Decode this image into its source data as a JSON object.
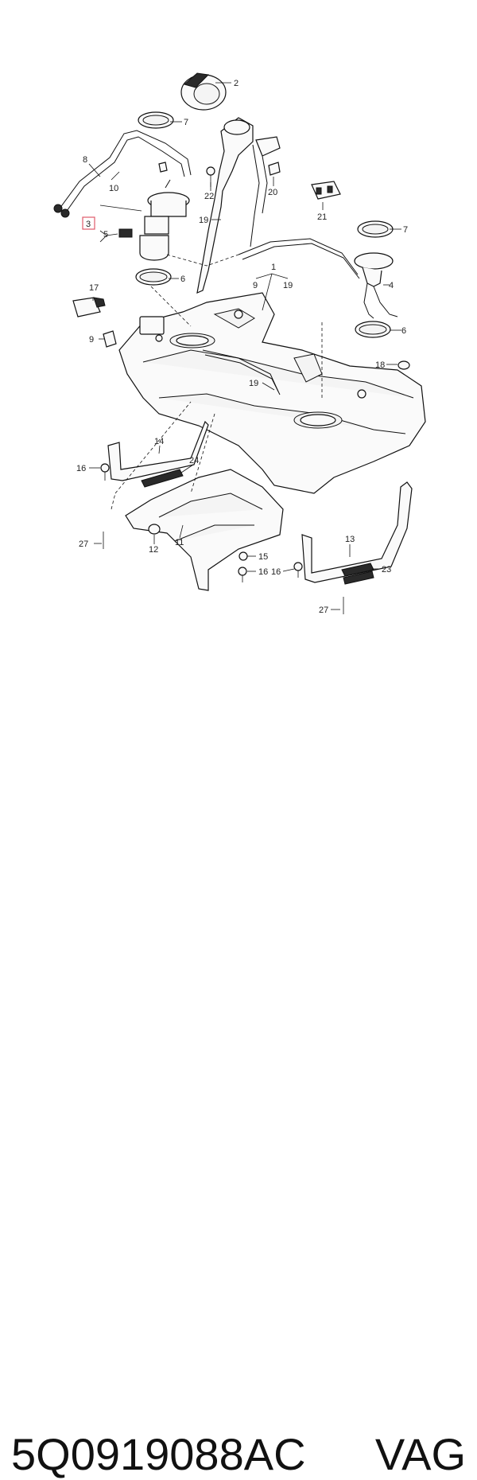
{
  "callouts": {
    "c1": "1",
    "c2": "2",
    "c3": "3",
    "c4": "4",
    "c5": "5",
    "c6a": "6",
    "c6b": "6",
    "c7a": "7",
    "c7b": "7",
    "c8": "8",
    "c9a": "9",
    "c9b": "9",
    "c10": "10",
    "c11": "11",
    "c12": "12",
    "c13": "13",
    "c14": "14",
    "c15": "15",
    "c16a": "16",
    "c16b": "16",
    "c16c": "16",
    "c17": "17",
    "c18": "18",
    "c19a": "19",
    "c19b": "19",
    "c19c": "19",
    "c20": "20",
    "c21": "21",
    "c22": "22",
    "c23": "23",
    "c24": "24",
    "c27a": "27",
    "c27b": "27"
  },
  "highlight": {
    "color": "#e05a6a"
  },
  "caption": {
    "part_number": "5Q0919088AC",
    "brand": "VAG"
  }
}
